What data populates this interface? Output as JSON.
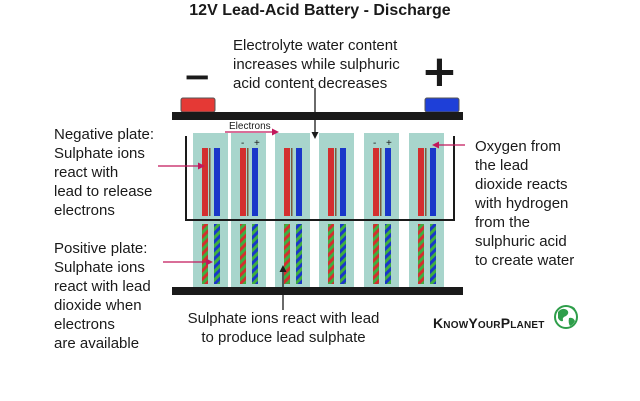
{
  "title": "12V Lead-Acid Battery - Discharge",
  "signs": {
    "negative": "−",
    "positive": "+"
  },
  "electrons_label": "Electrons",
  "cell_polarity": {
    "minus": "-",
    "plus": "+"
  },
  "annotations": {
    "electrolyte": [
      "Electrolyte water content",
      "increases while sulphuric",
      "acid content decreases"
    ],
    "negative_plate": [
      "Negative plate:",
      "Sulphate ions",
      "react with",
      "lead to release",
      "electrons"
    ],
    "positive_plate": [
      "Positive plate:",
      "Sulphate ions",
      "react with lead",
      "dioxide when",
      "electrons",
      "are available"
    ],
    "oxygen": [
      "Oxygen from",
      "the lead",
      "dioxide reacts",
      "with hydrogen",
      "from the",
      "sulphuric acid",
      "to create water"
    ],
    "sulphate": [
      "Sulphate ions react with lead",
      "to produce lead sulphate"
    ]
  },
  "brand": {
    "text": "KnowYourPlanet",
    "icon": "globe-icon"
  },
  "colors": {
    "electrolyte": "#a8d5cc",
    "negative_terminal": "#e53935",
    "positive_terminal": "#1e3fd8",
    "lead_plate": "#d32f2f",
    "lead_dioxide_plate": "#1a37c9",
    "sulphate_green": "#3fae3f",
    "casing": "#1a1a1a",
    "leader_line": "#c2185b",
    "globe": "#2e9e4a"
  }
}
